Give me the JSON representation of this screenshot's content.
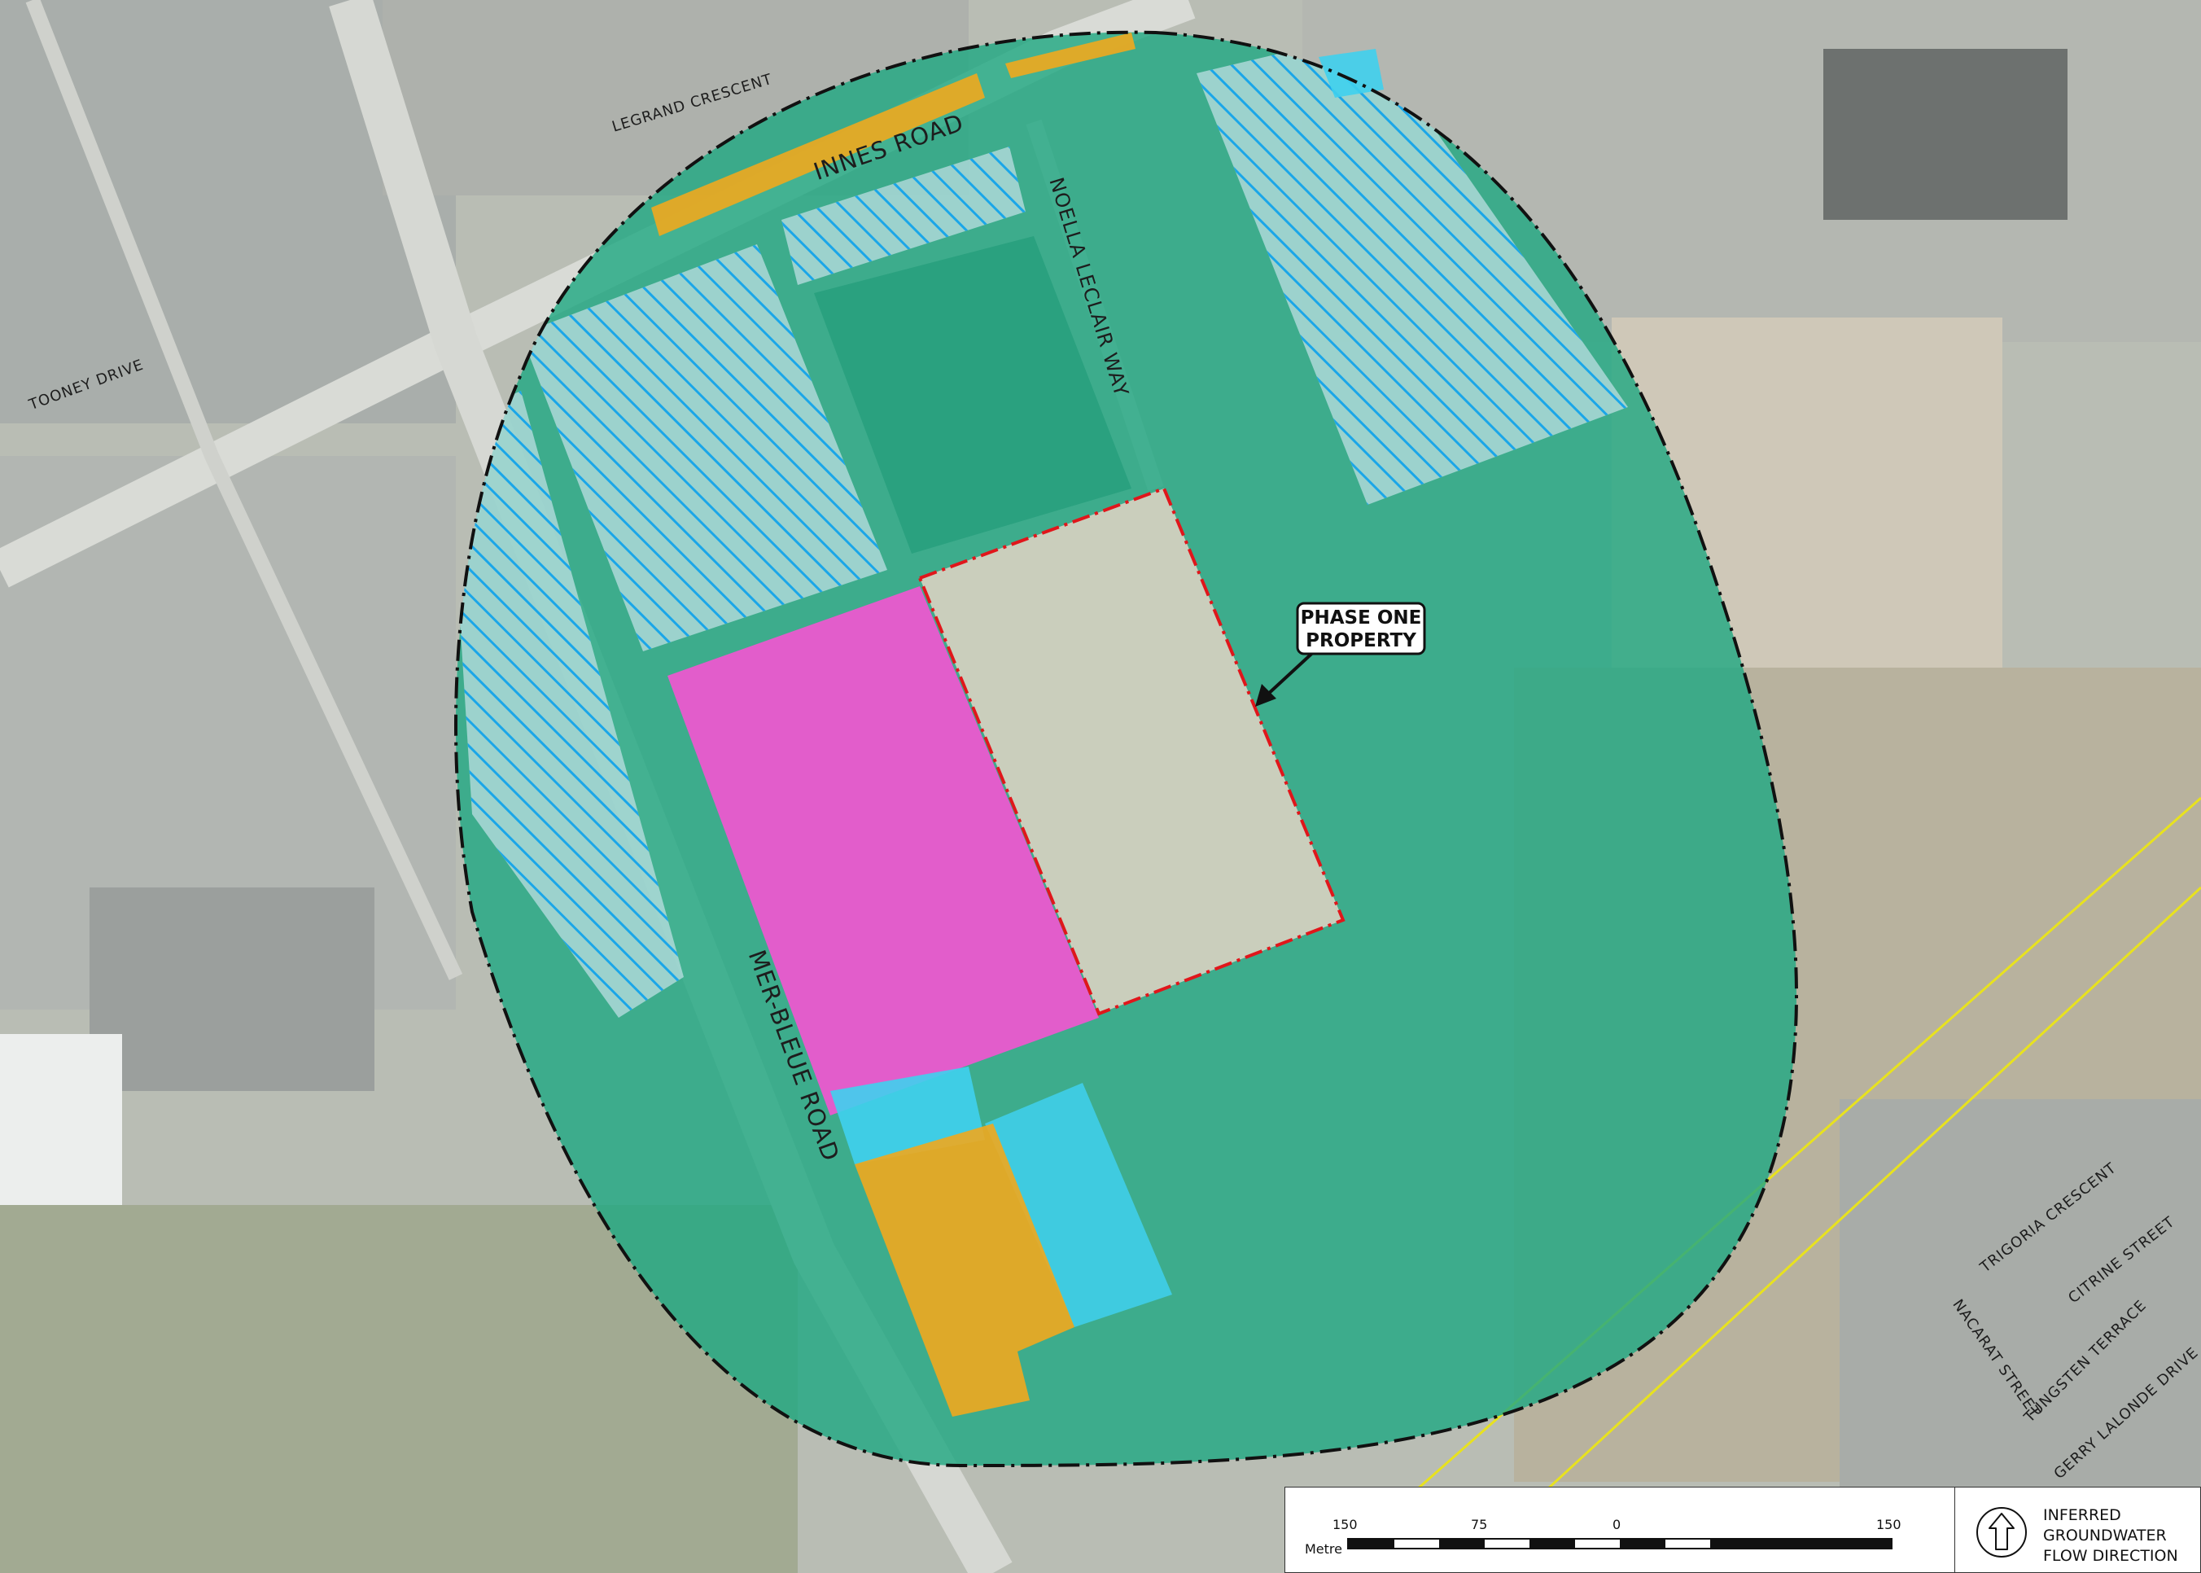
{
  "map": {
    "streets": {
      "innes_road": "INNES ROAD",
      "legrand_crescent": "LEGRAND CRESCENT",
      "tooney_drive": "TOONEY DRIVE",
      "noella_leclair_way": "NOELLA LECLAIR WAY",
      "mer_bleue_road": "MER-BLEUE ROAD",
      "trigoria_crescent": "TRIGORIA CRESCENT",
      "citrine_street": "CITRINE STREET",
      "nacarat_street": "NACARAT STREET",
      "tungsten_terrace": "TUNGSTEN TERRACE",
      "gerry_lalonde_drive": "GERRY LALONDE DRIVE"
    },
    "phase_one_label": [
      "PHASE ONE",
      "PROPERTY"
    ],
    "colors": {
      "green_zone": "#22a882",
      "magenta_zone": "#ff4fd6",
      "cyan_zone": "#3fd0ee",
      "orange_zone": "#f0a81e",
      "hatch_blue": "#1ba6e8",
      "property_boundary": "#e0161b",
      "study_area_boundary": "#111111"
    }
  },
  "legend": {
    "scale": {
      "ticks": [
        "150",
        "75",
        "0",
        "150"
      ],
      "unit": "Metre"
    },
    "flow": {
      "lines": [
        "INFERRED",
        "GROUNDWATER",
        "FLOW DIRECTION"
      ]
    }
  }
}
